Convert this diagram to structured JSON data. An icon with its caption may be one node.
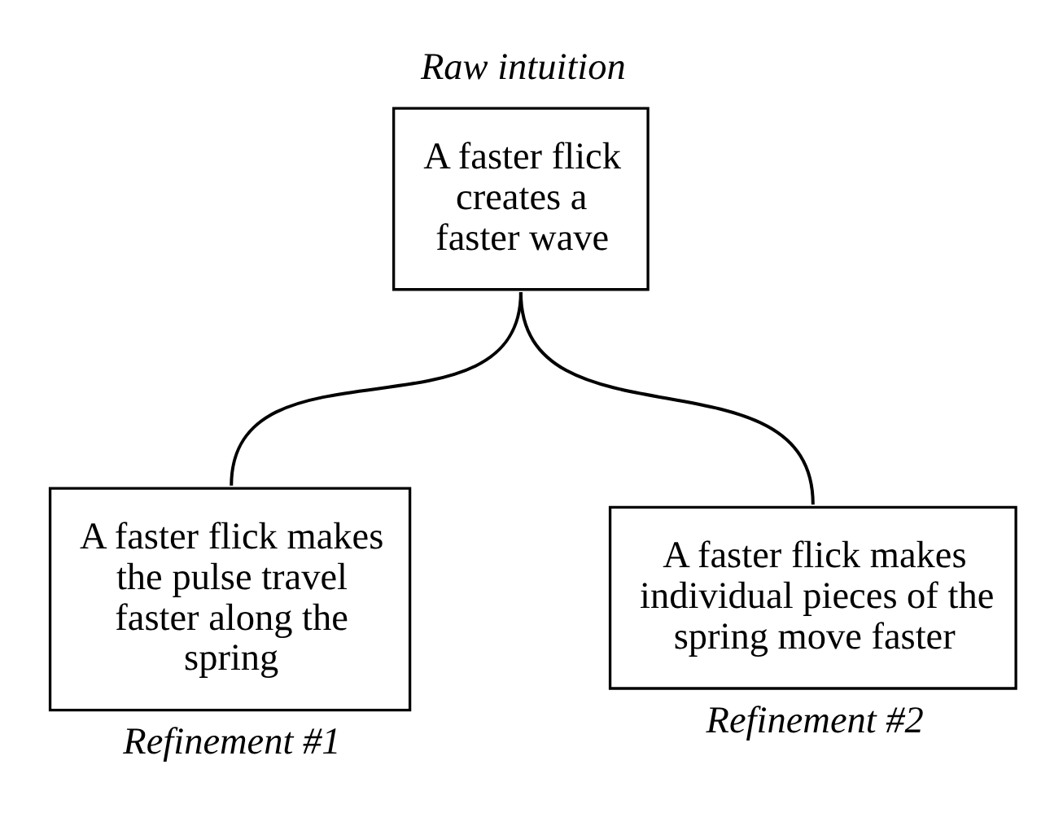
{
  "diagram": {
    "nodes": [
      {
        "text": [
          "A faster flick creates a faster wave"
        ],
        "beside": [
          "Raw intuition"
        ]
      },
      {
        "text": [
          "A faster flick makes the pulse travel faster along the spring"
        ],
        "beside": [
          "Refinement #1"
        ]
      },
      {
        "text": [
          "A faster flick makes individual pieces of the spring move faster"
        ],
        "beside": [
          "Refinement #2"
        ]
      }
    ],
    "edges": [
      {
        "from": 0,
        "to": 1,
        "arrow": "none"
      },
      {
        "from": 0,
        "to": 2,
        "arrow": "none"
      }
    ]
  }
}
